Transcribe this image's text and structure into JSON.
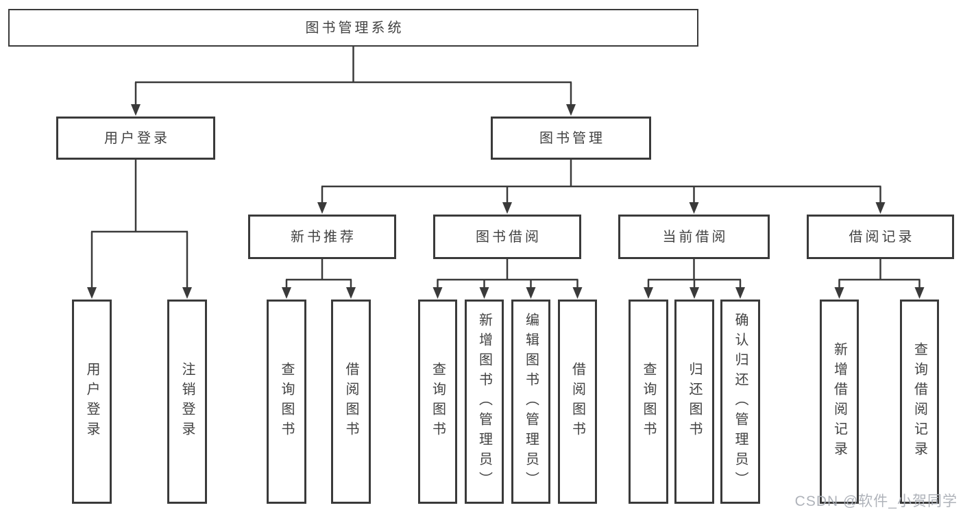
{
  "diagram": {
    "nodes": [
      {
        "id": "system",
        "label": "图书管理系统",
        "parent": null,
        "orientation": "horizontal"
      },
      {
        "id": "user-login",
        "label": "用户登录",
        "parent": "system",
        "orientation": "horizontal"
      },
      {
        "id": "book-mgmt",
        "label": "图书管理",
        "parent": "system",
        "orientation": "horizontal"
      },
      {
        "id": "login",
        "label": "用户登录",
        "parent": "user-login",
        "orientation": "vertical"
      },
      {
        "id": "logout",
        "label": "注销登录",
        "parent": "user-login",
        "orientation": "vertical"
      },
      {
        "id": "new-book-rec",
        "label": "新书推荐",
        "parent": "book-mgmt",
        "orientation": "horizontal"
      },
      {
        "id": "book-borrow",
        "label": "图书借阅",
        "parent": "book-mgmt",
        "orientation": "horizontal"
      },
      {
        "id": "current-borrow",
        "label": "当前借阅",
        "parent": "book-mgmt",
        "orientation": "horizontal"
      },
      {
        "id": "borrow-record",
        "label": "借阅记录",
        "parent": "book-mgmt",
        "orientation": "horizontal"
      },
      {
        "id": "rec-query-book",
        "label": "查询图书",
        "parent": "new-book-rec",
        "orientation": "vertical"
      },
      {
        "id": "rec-borrow-book",
        "label": "借阅图书",
        "parent": "new-book-rec",
        "orientation": "vertical"
      },
      {
        "id": "bb-query-book",
        "label": "查询图书",
        "parent": "book-borrow",
        "orientation": "vertical"
      },
      {
        "id": "bb-add-book",
        "label": "新增图书（管理员）",
        "parent": "book-borrow",
        "orientation": "vertical"
      },
      {
        "id": "bb-edit-book",
        "label": "编辑图书（管理员）",
        "parent": "book-borrow",
        "orientation": "vertical"
      },
      {
        "id": "bb-borrow-book",
        "label": "借阅图书",
        "parent": "book-borrow",
        "orientation": "vertical"
      },
      {
        "id": "cb-query-book",
        "label": "查询图书",
        "parent": "current-borrow",
        "orientation": "vertical"
      },
      {
        "id": "cb-return-book",
        "label": "归还图书",
        "parent": "current-borrow",
        "orientation": "vertical"
      },
      {
        "id": "cb-confirm-return",
        "label": "确认归还（管理员）",
        "parent": "current-borrow",
        "orientation": "vertical"
      },
      {
        "id": "br-add-record",
        "label": "新增借阅记录",
        "parent": "borrow-record",
        "orientation": "vertical"
      },
      {
        "id": "br-query-record",
        "label": "查询借阅记录",
        "parent": "borrow-record",
        "orientation": "vertical"
      }
    ]
  },
  "watermark": {
    "text": "CSDN @软件_小贺同学"
  },
  "colors": {
    "line": "#3a3a3a",
    "text": "#424242",
    "background": "#ffffff",
    "watermark": "#a9adb5"
  }
}
